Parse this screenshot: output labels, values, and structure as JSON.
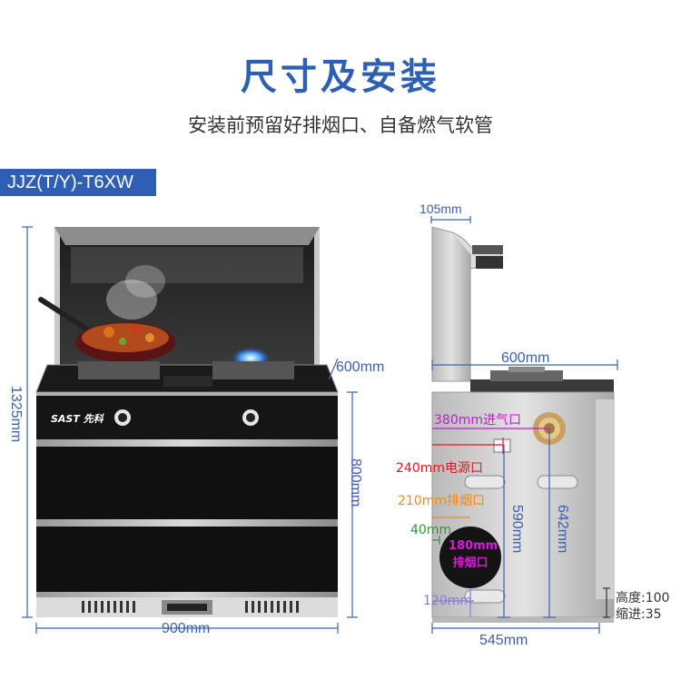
{
  "header": {
    "title": "尺寸及安装",
    "subtitle": "安装前预留好排烟口、自备燃气软管",
    "model": "JJZ(T/Y)-T6XW"
  },
  "front_view": {
    "brand_logo": "SAST 先科",
    "height_total": "1325mm",
    "height_body": "800mm",
    "depth_top": "600mm",
    "width": "900mm"
  },
  "side_view": {
    "dim_top": "105mm",
    "dim_depth": "600mm",
    "gas_inlet": "380mm进气口",
    "power_port": "240mm电源口",
    "exhaust_side": "210mm排烟口",
    "dim_40": "40mm",
    "exhaust_diameter_line1": "180mm",
    "exhaust_diameter_line2": "排烟口",
    "dim_120": "120mm",
    "dim_590": "590mm",
    "dim_642": "642mm",
    "dim_545": "545mm",
    "foot_height": "高度:100",
    "foot_recess": "缩进:35"
  },
  "colors": {
    "accent": "#2d5fb2",
    "dimension": "#3c61b0",
    "red": "#e0191e",
    "orange": "#f08a1e",
    "green": "#2a9a3a",
    "magenta": "#c21bc9",
    "purple": "#8a7ad0"
  }
}
